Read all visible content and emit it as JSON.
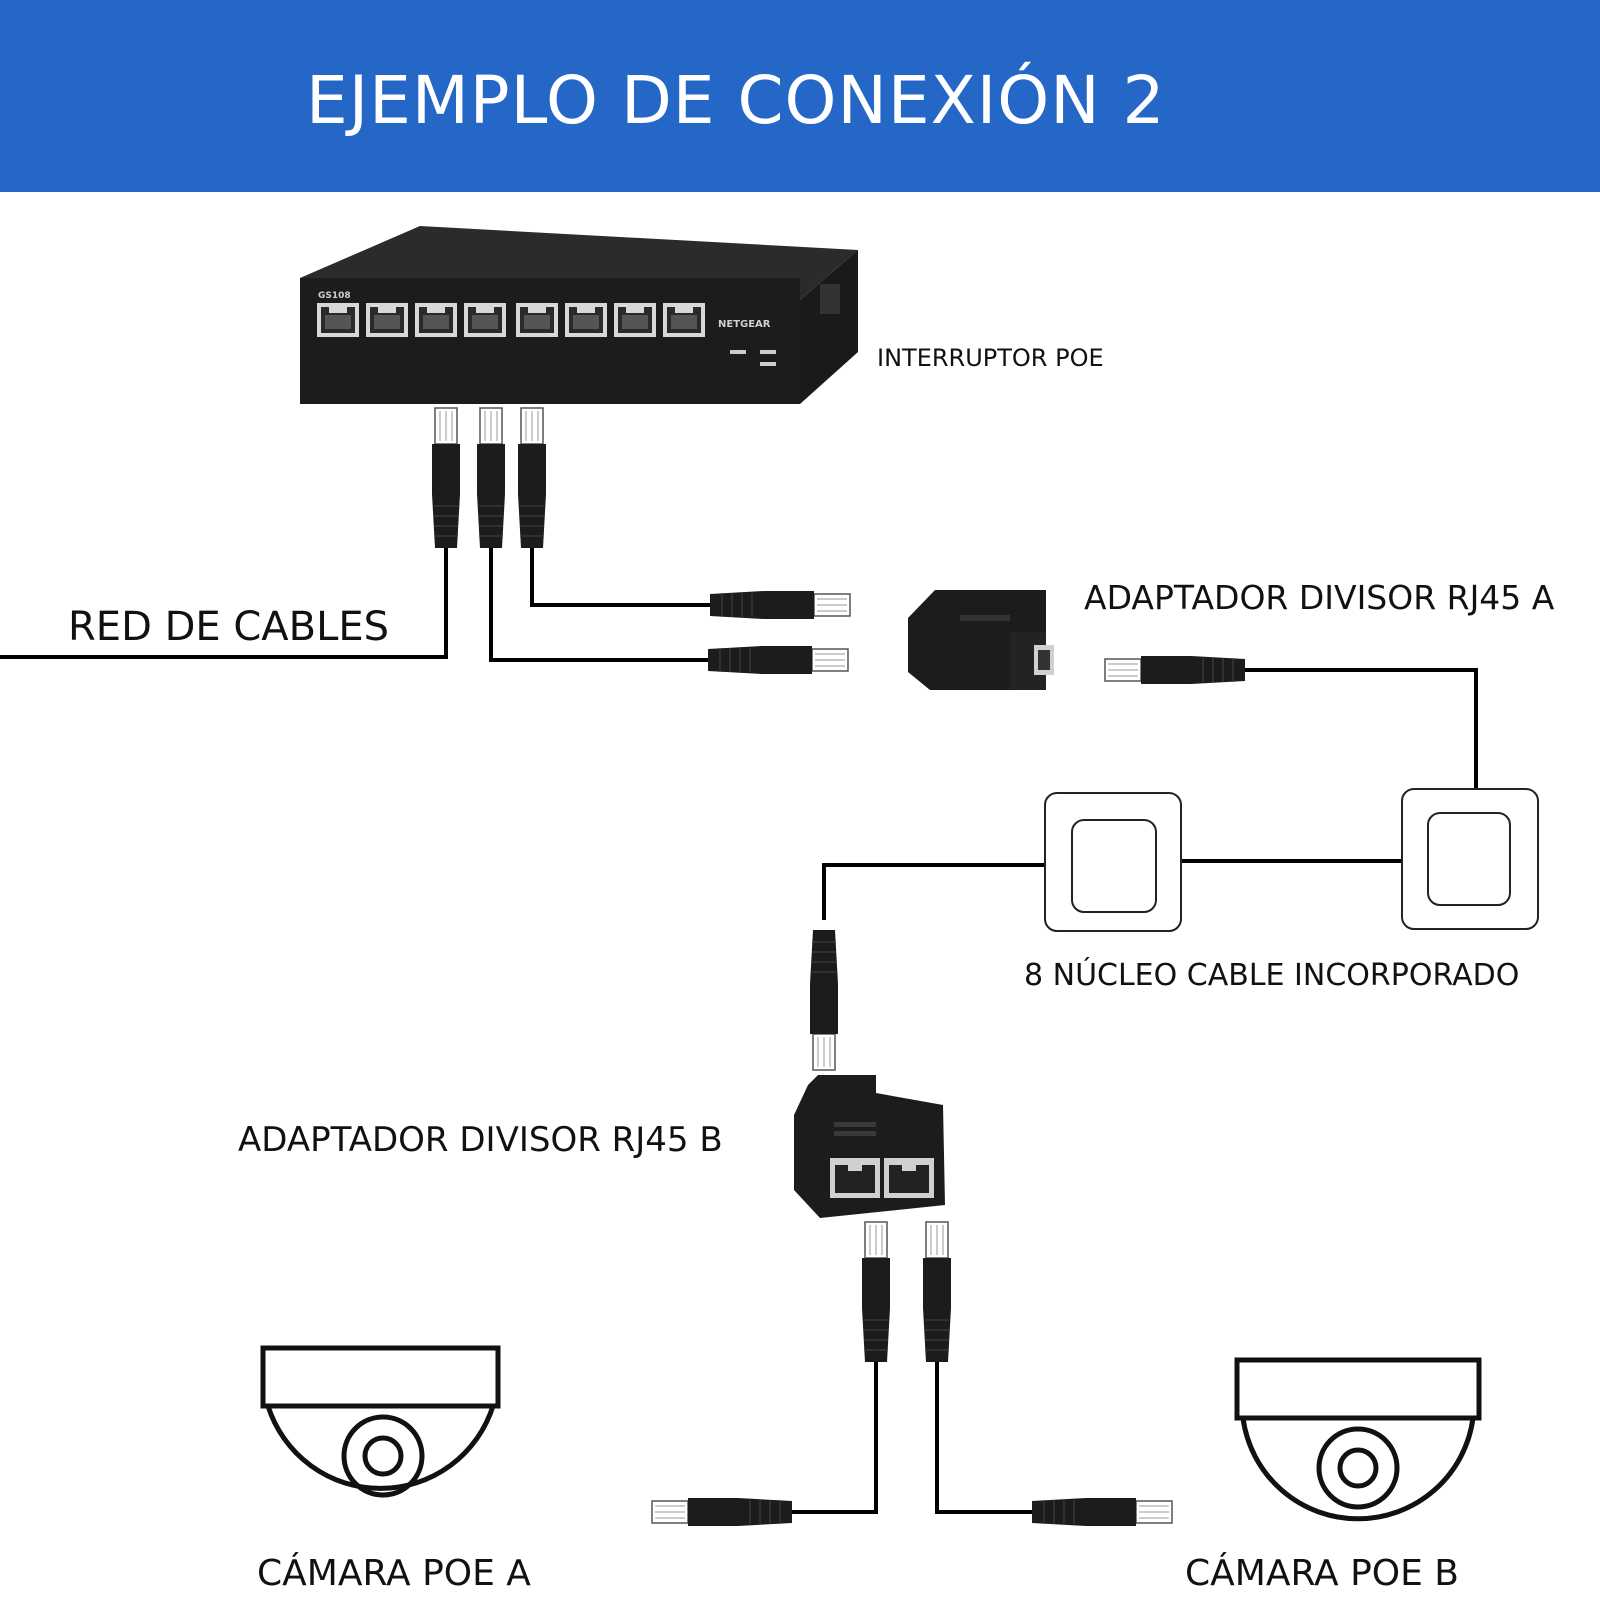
{
  "title": "EJEMPLO DE CONEXIÓN 2",
  "labels": {
    "switch": "INTERRUPTOR POE",
    "network": "RED DE CABLES",
    "splitter_a": "ADAPTADOR DIVISOR RJ45 A",
    "builtin_cable": "8 NÚCLEO CABLE INCORPORADO",
    "splitter_b": "ADAPTADOR DIVISOR RJ45 B",
    "camera_a": "CÁMARA POE A",
    "camera_b": "CÁMARA POE B"
  },
  "switch_brand": "NETGEAR",
  "switch_model": "GS108",
  "colors": {
    "banner": "#2467c7",
    "device": "#1c1c1c",
    "cable": "#000000"
  }
}
